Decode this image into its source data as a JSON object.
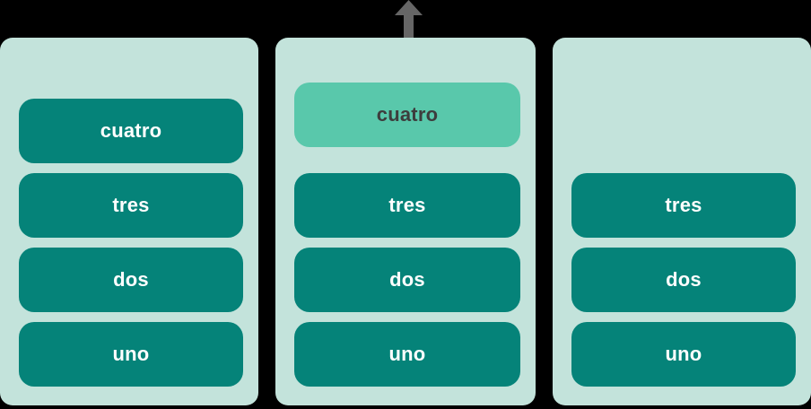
{
  "colors": {
    "background": "#000000",
    "panel_bg": "#c3e3db",
    "item_bg": "#058379",
    "item_text": "#ffffff",
    "popped_bg": "#59c8ab",
    "popped_text": "#3d3d3d",
    "arrow": "#666666"
  },
  "icons": {
    "pop_arrow": "arrow-up-icon"
  },
  "arrow": {
    "direction": "up"
  },
  "panels": [
    {
      "name": "stack-before",
      "items": [
        {
          "label": "cuatro",
          "state": "default"
        },
        {
          "label": "tres",
          "state": "default"
        },
        {
          "label": "dos",
          "state": "default"
        },
        {
          "label": "uno",
          "state": "default"
        }
      ]
    },
    {
      "name": "stack-popping",
      "items": [
        {
          "label": "cuatro",
          "state": "popped"
        },
        {
          "label": "tres",
          "state": "default"
        },
        {
          "label": "dos",
          "state": "default"
        },
        {
          "label": "uno",
          "state": "default"
        }
      ]
    },
    {
      "name": "stack-after",
      "items": [
        {
          "label": "tres",
          "state": "default"
        },
        {
          "label": "dos",
          "state": "default"
        },
        {
          "label": "uno",
          "state": "default"
        }
      ]
    }
  ]
}
